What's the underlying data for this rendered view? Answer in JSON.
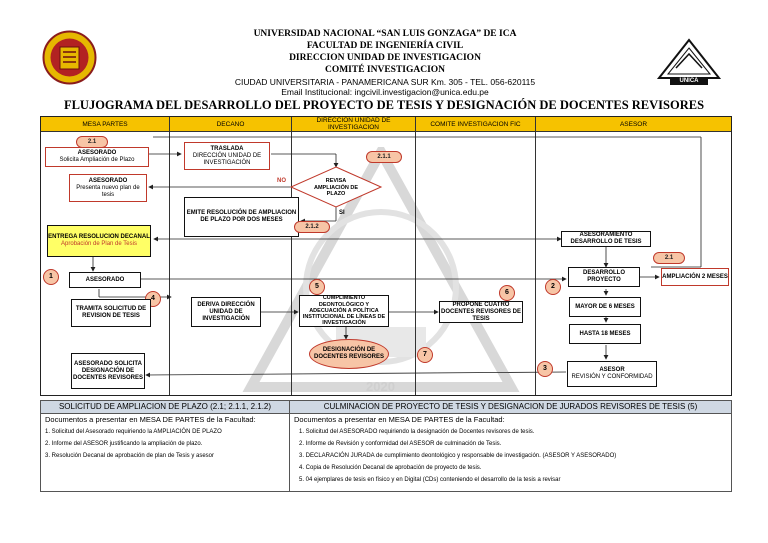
{
  "header": {
    "line1": "UNIVERSIDAD NACIONAL “SAN LUIS GONZAGA” DE ICA",
    "line2": "FACULTAD DE INGENIERÍA CIVIL",
    "line3": "DIRECCION UNIDAD DE INVESTIGACION",
    "line4": "COMITÉ INVESTIGACION",
    "line5": "CIUDAD UNIVERSITARIA - PANAMERICANA SUR Km. 305 - TEL. 056-620115",
    "line6": "Email Institucional: ingcivil.investigacion@unica.edu.pe",
    "logo_right_text": "UNICA"
  },
  "title": "FLUJOGRAMA DEL DESARROLLO DEL PROYECTO DE TESIS Y DESIGNACIÓN DE DOCENTES REVISORES",
  "lanes": [
    "MESA PARTES",
    "DECANO",
    "DIRECCION UNIDAD DE INVESTIGACION",
    "COMITE INVESTIGACION FIC",
    "ASESOR"
  ],
  "watermark": "2020",
  "nodes": {
    "n21a": "2.1",
    "asesorado1_t": "ASESORADO",
    "asesorado1_s": "Solicita Ampliación de Plazo",
    "traslada_t": "TRASLADA",
    "traslada_s": "DIRECCIÓN UNIDAD DE INVESTIGACIÓN",
    "n211": "2.1.1",
    "revisa": "REVISA AMPLIACIÓN DE PLAZO",
    "no": "NO",
    "si": "SI",
    "asesorado2_t": "ASESORADO",
    "asesorado2_s": "Presenta nuevo plan de tesis",
    "emite": "EMITE RESOLUCIÓN DE AMPLIACION DE PLAZO POR DOS MESES",
    "n212": "2.1.2",
    "entrega_t": "ENTREGA RESOLUCION DECANAL",
    "entrega_s": "Aprobación de Plan de Tesis",
    "asesoramiento": "ASESORAMIENTO DESARROLLO DE TESIS",
    "n21b": "2.1",
    "c1": "1",
    "asesorado3": "ASESORADO",
    "desarrollo": "DESARROLLO PROYECTO",
    "c2": "2",
    "ampliacion": "AMPLIACIÓN 2 MESES",
    "c4": "4",
    "tramita": "TRAMITA SOLICITUD DE REVISION DE TESIS",
    "deriva": "DERIVA DIRECCIÓN UNIDAD DE INVESTIGACIÓN",
    "c5": "5",
    "cumplimiento": "CUMPLIMIENTO DEONTOLÓGICO Y ADECUACIÓN A POLÍTICA INSTITUCIONAL DE LÍNEAS DE INVESTIGACIÓN",
    "c6": "6",
    "propone": "PROPONE CUATRO DOCENTES REVISORES DE TESIS",
    "mayor6": "MAYOR DE 6 MESES",
    "hasta18": "HASTA 18 MESES",
    "designacion": "DESIGNACIÓN DE DOCENTES REVISORES",
    "c7": "7",
    "asesorado4": "ASESORADO SOLICITA DESIGNACIÓN DE DOCENTES REVISORES",
    "c3": "3",
    "asesor_t": "ASESOR",
    "asesor_s": "REVISIÓN Y CONFORMIDAD"
  },
  "bottom": {
    "left_head": "SOLICITUD DE AMPLIACION DE PLAZO (2.1; 2.1.1, 2.1.2)",
    "right_head": "CULMINACION DE PROYECTO DE TESIS Y DESIGNACION DE JURADOS REVISORES DE TESIS (5)",
    "left_sub": "Documentos a presentar en MESA DE PARTES de la Facultad:",
    "right_sub": "Documentos a presentar en MESA DE PARTES de la Facultad:",
    "left_items": [
      "1. Solicitud del Asesorado requiriendo la AMPLIACIÓN DE PLAZO",
      "2. Informe del ASESOR justificando la ampliación de plazo.",
      "3. Resolución Decanal de aprobación de plan de Tesis y asesor"
    ],
    "right_items": [
      "1.    Solicitud del ASESORADO requiriendo la designación de Docentes revisores de tesis.",
      "2.    Informe de Revisión y conformidad del ASESOR de culminación de Tesis.",
      "3.    DECLARACIÓN JURADA de cumplimiento deontológico y responsable de investigación. (ASESOR Y ASESORADO)",
      "4.    Copia de Resolución Decanal de aprobación de proyecto de tesis.",
      "5.    04 ejemplares de tesis en físico y en Digital (CDs) conteniendo el desarrollo de la tesis a revisar"
    ]
  },
  "colors": {
    "lane_header": "#f6c200",
    "accent_red": "#c0392b",
    "pill_fill": "#f7c5a6",
    "highlight": "#ffff66",
    "table_head": "#cfd8e3"
  }
}
